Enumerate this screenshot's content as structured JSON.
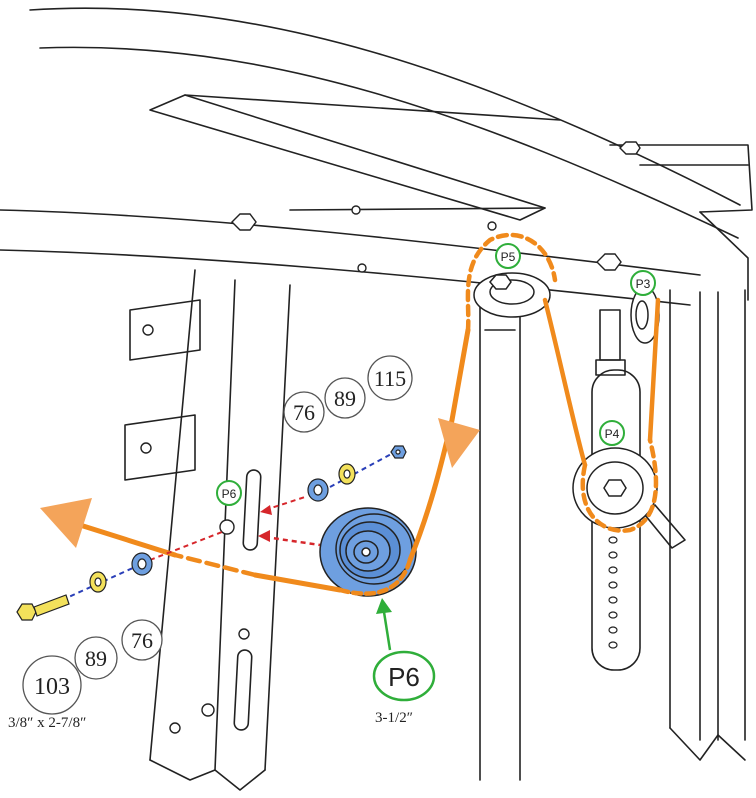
{
  "colors": {
    "cable": "#f08a1c",
    "pulley_highlight": "#6e9fe0",
    "pulley_label_ring": "#2fae3a",
    "leader_arrow": "#2fae3a",
    "red_dash": "#d6262b",
    "blue_dash": "#2a3fb8",
    "outline": "#222222",
    "paper": "#ffffff"
  },
  "pulley_labels": {
    "p3": "P3",
    "p4": "P4",
    "p5": "P5",
    "p6_small": "P6",
    "p6_large": "P6"
  },
  "pulley_size": "3-1/2″",
  "part_callouts": {
    "bolt": "103",
    "bolt_size": "3/8″ x 2-7/8″",
    "washer_left": "89",
    "spacer_left": "76",
    "spacer_right": "76",
    "washer_right": "89",
    "nut": "115"
  },
  "icons": {
    "direction_arrows": "cable-direction-arrow-icon",
    "bolt": "hex-bolt-icon",
    "nut": "hex-nut-icon"
  }
}
